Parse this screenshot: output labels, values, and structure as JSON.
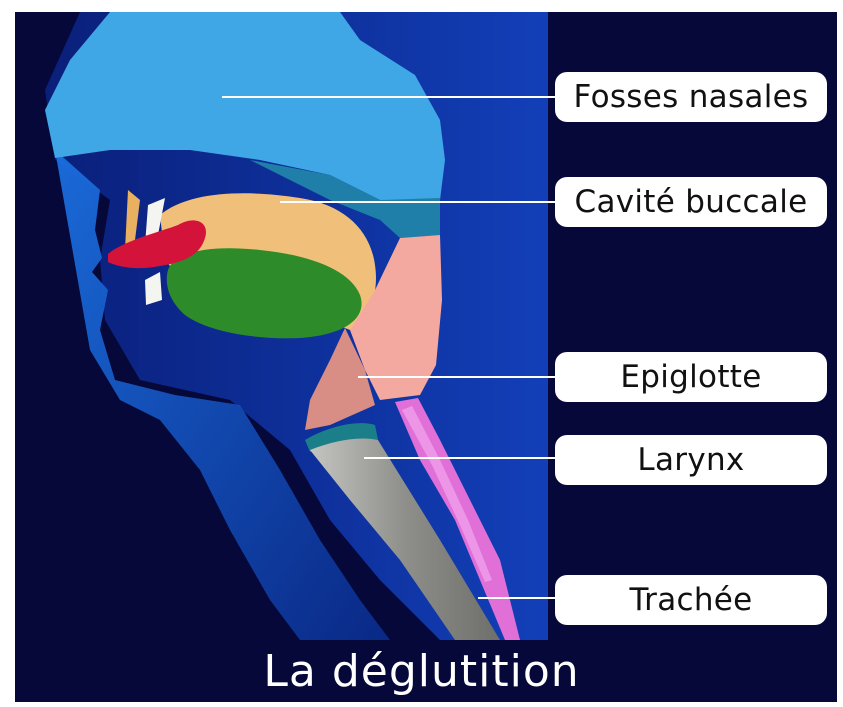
{
  "title": "La déglutition",
  "labels": [
    {
      "key": "nasal",
      "text": "Fosses nasales"
    },
    {
      "key": "mouth",
      "text": "Cavité buccale"
    },
    {
      "key": "epiglottis",
      "text": "Epiglotte"
    },
    {
      "key": "larynx",
      "text": "Larynx"
    },
    {
      "key": "trachea",
      "text": "Trachée"
    }
  ],
  "colors": {
    "background": "#050838",
    "panel": "#0c2d9a",
    "nasal_cavity": "#3fa7e6",
    "pharynx": "#1f7fa8",
    "tongue": "#f0c07a",
    "food_bolus": "#2e8b2a",
    "lips": "#d4133a",
    "epiglottis": "#f4a9a0",
    "larynx": "#9a9a96",
    "esophagus": "#e070d8",
    "leader_line": "#ffffff"
  }
}
